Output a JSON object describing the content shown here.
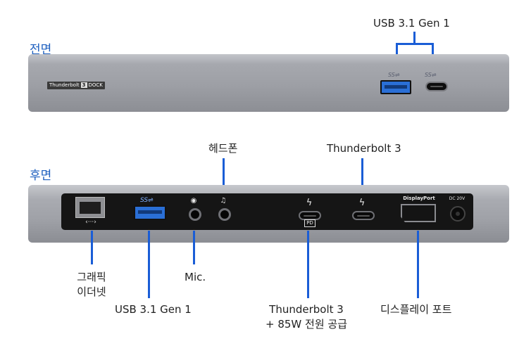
{
  "sections": {
    "front_title": "전면",
    "rear_title": "후면"
  },
  "front": {
    "badge_text": "Thunderbolt",
    "badge_num": "3",
    "badge_suffix": "DOCK",
    "usb_logo": "SS⇌",
    "label_usb31": "USB 3.1 Gen 1"
  },
  "rear": {
    "label_headphone": "헤드폰",
    "label_thunderbolt_top": "Thunderbolt 3",
    "label_ethernet_line1": "그래픽",
    "label_ethernet_line2": "이더넷",
    "label_mic": "Mic.",
    "label_usb31": "USB 3.1 Gen 1",
    "label_tb_power_line1": "Thunderbolt 3",
    "label_tb_power_line2": "+ 85W 전원 공급",
    "label_displayport": "디스플레이 포트",
    "port_text_displayport": "DisplayPort",
    "port_text_dc": "DC 20V",
    "usb_logo": "SS⇌",
    "eth_icon": "‹···›",
    "pd_badge": "PD",
    "lightning_icon": "ϟ"
  },
  "colors": {
    "accent": "#1a5dd6",
    "title_blue": "#1d5fbf",
    "usb_blue": "#2a6fd6"
  },
  "icons": [
    "ethernet-icon",
    "mic-icon",
    "headphone-icon",
    "thunderbolt-icon",
    "power-dc-icon",
    "usb-ss-icon"
  ]
}
